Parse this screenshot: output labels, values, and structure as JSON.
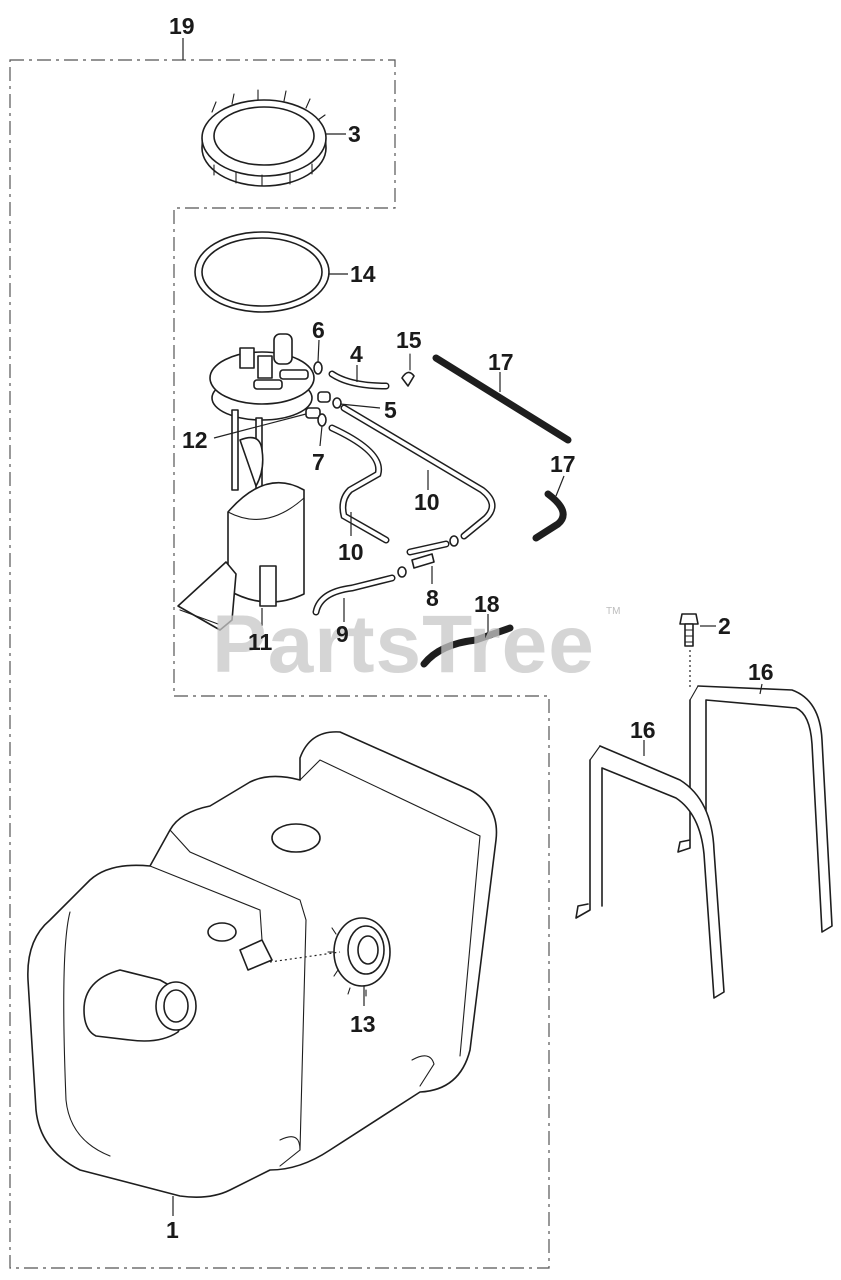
{
  "diagram": {
    "callouts": {
      "c1": "1",
      "c2": "2",
      "c3": "3",
      "c4": "4",
      "c5": "5",
      "c6": "6",
      "c7": "7",
      "c8": "8",
      "c9": "9",
      "c10a": "10",
      "c10b": "10",
      "c11": "11",
      "c12": "12",
      "c13": "13",
      "c14": "14",
      "c15": "15",
      "c16a": "16",
      "c16b": "16",
      "c17a": "17",
      "c17b": "17",
      "c18": "18",
      "c19": "19"
    },
    "watermark": {
      "text": "PartsTree",
      "tm": "TM"
    }
  }
}
